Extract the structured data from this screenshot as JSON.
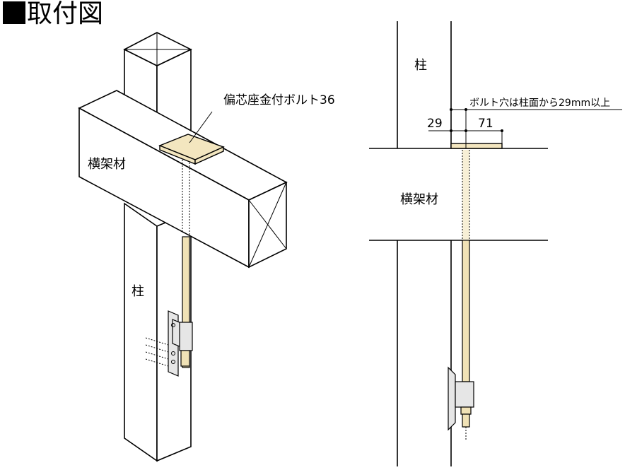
{
  "title": "取付図",
  "left_view": {
    "bolt_callout": "偏芯座金付ボルト36",
    "beam_label": "横架材",
    "column_label": "柱"
  },
  "right_view": {
    "column_label": "柱",
    "beam_label": "横架材",
    "note": "ボルト穴は柱面から29mm以上",
    "dim_left": "29",
    "dim_right": "71"
  },
  "colors": {
    "washer": "#f3e6bf",
    "bolt": "#f0e2b6",
    "line": "#000000"
  }
}
